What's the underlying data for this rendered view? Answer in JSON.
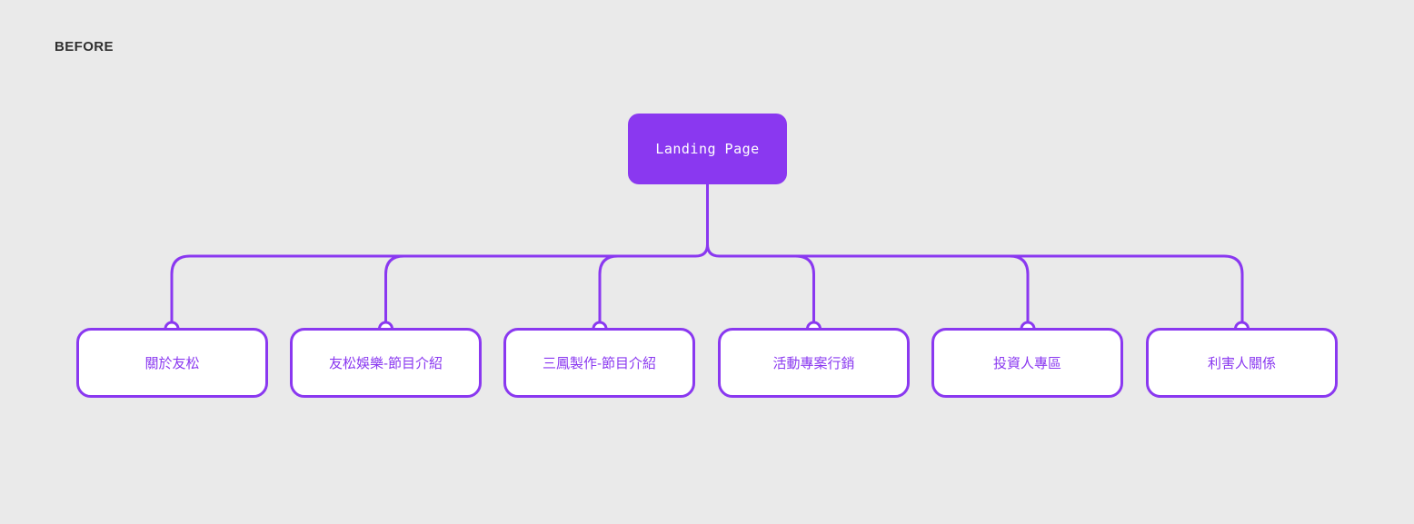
{
  "page": {
    "label": "BEFORE"
  },
  "colors": {
    "bg": "#EAEAEA",
    "accent": "#8A38F0",
    "node_fill": "#8A38F0",
    "node_text": "#FFFFFF",
    "child_fill": "#FFFFFF",
    "child_border": "#8A38F0",
    "child_text": "#8A38F0",
    "label_text": "#2F2F2F"
  },
  "diagram": {
    "type": "sitemap-tree",
    "root": {
      "label": "Landing Page"
    },
    "children": [
      {
        "label": "關於友松"
      },
      {
        "label": "友松娛樂-節目介紹"
      },
      {
        "label": "三鳳製作-節目介紹"
      },
      {
        "label": "活動專案行銷"
      },
      {
        "label": "投資人專區"
      },
      {
        "label": "利害人關係"
      }
    ]
  }
}
